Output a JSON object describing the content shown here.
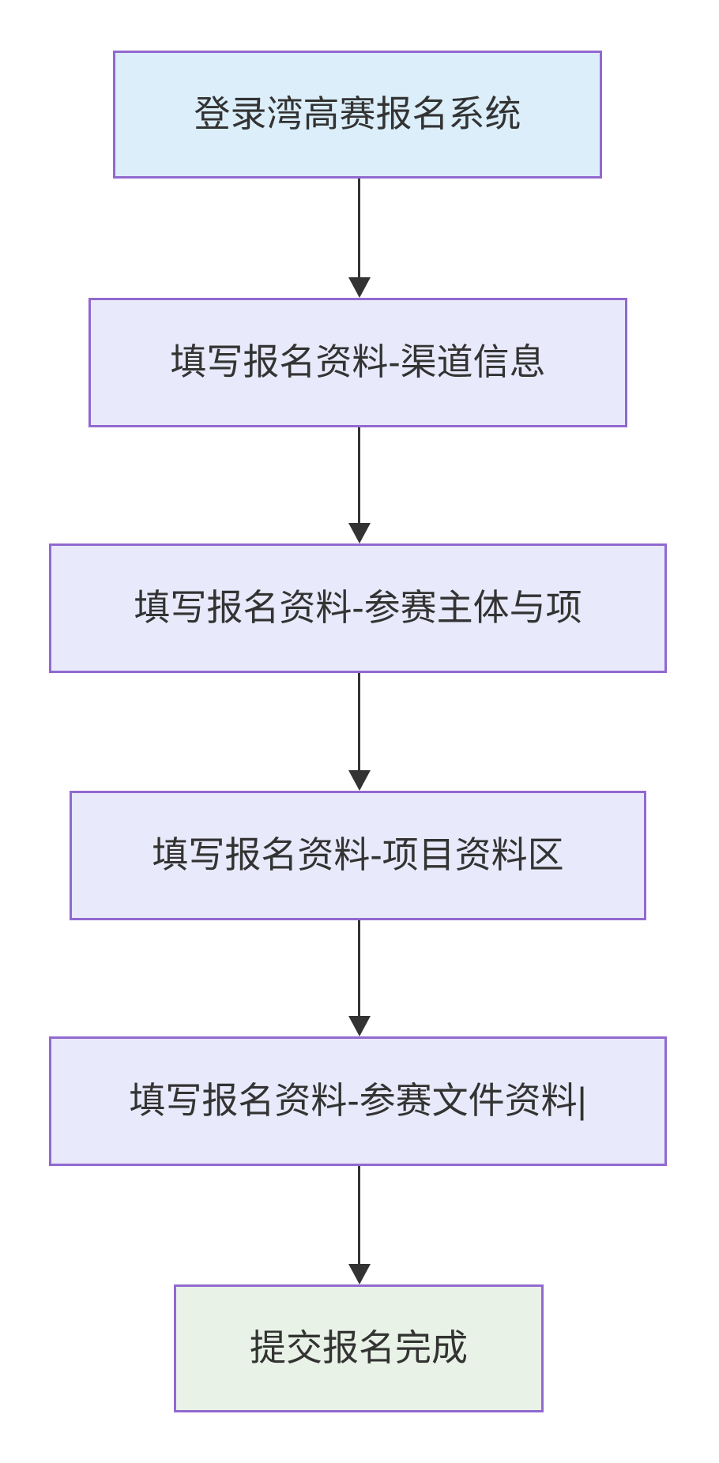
{
  "flowchart": {
    "type": "vertical-flowchart",
    "nodes": [
      {
        "label": "登录湾高赛报名系统",
        "fill": "#DBEEFA"
      },
      {
        "label": "填写报名资料-渠道信息",
        "fill": "#E8E9FA"
      },
      {
        "label": "填写报名资料-参赛主体与项",
        "fill": "#E8E9FA"
      },
      {
        "label": "填写报名资料-项目资料区",
        "fill": "#E8E9FA"
      },
      {
        "label": "填写报名资料-参赛文件资料|",
        "fill": "#E8E9FA"
      },
      {
        "label": "提交报名完成",
        "fill": "#E8F2E6"
      }
    ],
    "edges": [
      {
        "from": 0,
        "to": 1
      },
      {
        "from": 1,
        "to": 2
      },
      {
        "from": 2,
        "to": 3
      },
      {
        "from": 3,
        "to": 4
      },
      {
        "from": 4,
        "to": 5
      }
    ],
    "colors": {
      "node_border": "#9169D0",
      "arrow": "#333333",
      "text": "#333333",
      "background": "#FFFFFF"
    }
  }
}
